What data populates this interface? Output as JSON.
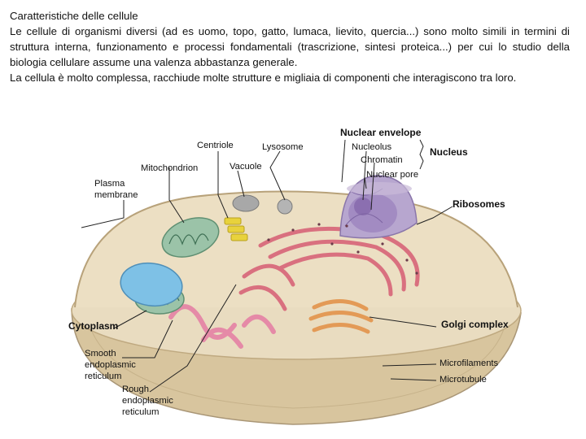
{
  "intro": {
    "title": "Caratteristiche delle cellule",
    "paragraph1": "Le cellule di organismi diversi (ad es uomo, topo, gatto, lumaca, lievito, quercia...) sono molto simili in termini di struttura interna, funzionamento e processi fondamentali (trascrizione, sintesi proteica...) per cui lo studio della biologia cellulare assume una valenza abbastanza generale.",
    "paragraph2": "La cellula è molto complessa, racchiude molte strutture e migliaia di componenti che interagiscono tra loro."
  },
  "labels": {
    "centriole": "Centriole",
    "lysosome": "Lysosome",
    "nuclear_envelope": "Nuclear envelope",
    "nucleolus": "Nucleolus",
    "chromatin": "Chromatin",
    "nucleus": "Nucleus",
    "nuclear_pore": "Nuclear pore",
    "mitochondrion": "Mitochondrion",
    "vacuole": "Vacuole",
    "plasma_membrane_1": "Plasma",
    "plasma_membrane_2": "membrane",
    "ribosomes": "Ribosomes",
    "cytoplasm": "Cytoplasm",
    "golgi_complex": "Golgi complex",
    "smooth_er_1": "Smooth",
    "smooth_er_2": "endoplasmic",
    "smooth_er_3": "reticulum",
    "microfilaments": "Microfilaments",
    "microtubule": "Microtubule",
    "rough_er_1": "Rough",
    "rough_er_2": "endoplasmic",
    "rough_er_3": "reticulum"
  },
  "colors": {
    "cytoplasm": "#e9dcc0",
    "cell_body": "#d8c59e",
    "rough_er": "#d9707f",
    "smooth_er": "#e58aa7",
    "nucleus": "#b7a6cf",
    "mitochondrion": "#9bc3a8",
    "vacuole": "#7ec1e6",
    "golgi": "#e39a56",
    "centriole": "#e8d23c"
  }
}
